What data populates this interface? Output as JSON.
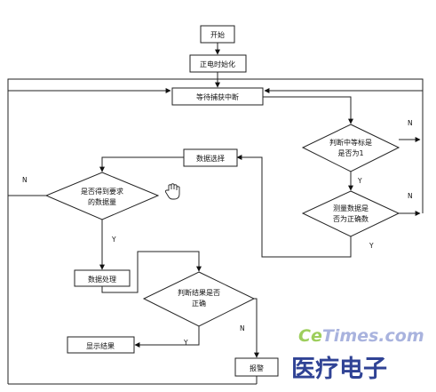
{
  "nodes": {
    "start": "开始",
    "init": "正电时始化",
    "wait": "等待捕获中断",
    "check_flag": [
      "判断中等标是",
      "是否为1"
    ],
    "select": "数据选择",
    "check_valid": [
      "测量数据是",
      "否为正确数"
    ],
    "check_enough": [
      "是否得到要求",
      "的数据量"
    ],
    "process": "数据处理",
    "check_result": [
      "判断结果是否",
      "正确"
    ],
    "display": "显示结果",
    "alarm": "报警"
  },
  "edge_labels": {
    "flag_no": "N",
    "flag_yes": "Y",
    "valid_no": "N",
    "valid_yes": "Y",
    "enough_no": "N",
    "enough_yes": "Y",
    "result_no": "N",
    "result_yes": "Y"
  },
  "watermark": {
    "site": "CeTimes.com",
    "site_color_ce": "#8cc63f",
    "site_color_rest": "#9aa6d8",
    "brand": "医疗电子",
    "brand_color": "#1a2f8a"
  }
}
